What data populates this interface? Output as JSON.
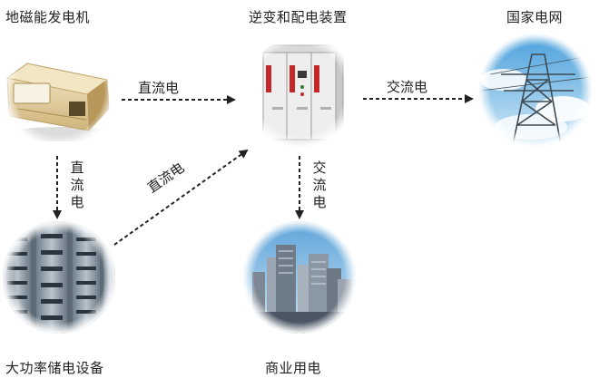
{
  "nodes": {
    "generator": "地磁能发电机",
    "inverter": "逆变和配电装置",
    "grid": "国家电网",
    "storage": "大功率储电设备",
    "commercial": "商业用电"
  },
  "edges": {
    "gen_to_inverter": "直流电",
    "inverter_to_grid": "交流电",
    "gen_to_storage": [
      "直",
      "流",
      "电"
    ],
    "storage_to_inverter": "直流电",
    "inverter_to_commercial": [
      "交",
      "流",
      "电"
    ]
  },
  "colors": {
    "arrow": "#222222",
    "sky": "#8ec6ea",
    "city_sky": "#7fb8e3",
    "generator_body": "#e7d2a1",
    "inverter_body": "#ececec",
    "inverter_accent": "#c62828"
  }
}
